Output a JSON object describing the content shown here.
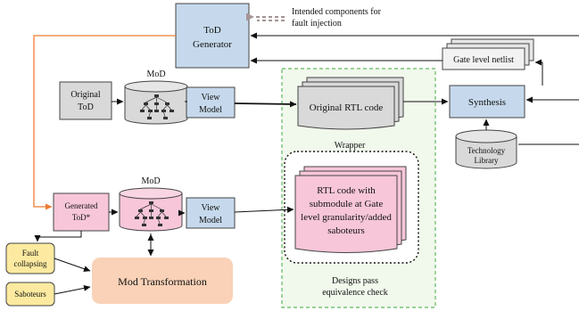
{
  "legend": {
    "line1": "Intended components for",
    "line2": "fault injection"
  },
  "tod_generator": {
    "line1": "ToD",
    "line2": "Generator"
  },
  "original_tod": {
    "line1": "Original",
    "line2": "ToD"
  },
  "mod_top": {
    "label": "MoD"
  },
  "mod_bottom": {
    "label": "MoD"
  },
  "view_model_top": {
    "line1": "View",
    "line2": "Model"
  },
  "view_model_bottom": {
    "line1": "View",
    "line2": "Model"
  },
  "original_rtl": {
    "label": "Original RTL code"
  },
  "gate_netlist": {
    "label": "Gate level netlist"
  },
  "synthesis": {
    "label": "Synthesis"
  },
  "tech_library": {
    "line1": "Technology",
    "line2": "Library"
  },
  "wrapper": {
    "label": "Wrapper"
  },
  "rtl_submodule": {
    "line1": "RTL code with",
    "line2": "submodule at Gate",
    "line3": "level granularity/added",
    "line4": "saboteurs"
  },
  "generated_tod": {
    "line1": "Generated",
    "line2": "ToD*"
  },
  "fault_collapsing": {
    "line1": "Fault",
    "line2": "collapsing"
  },
  "saboteurs": {
    "label": "Saboteurs"
  },
  "mod_transformation": {
    "label": "Mod Transformation"
  },
  "equivalence": {
    "line1": "Designs pass",
    "line2": "equivalence check"
  },
  "colors": {
    "light_blue": "#c6d9ec",
    "gray": "#d9d9d9",
    "pink": "#f7c6d9",
    "peach": "#f9d2b7",
    "yellow": "#fdeaa0",
    "orange_line": "#ed7d31",
    "green_dash": "#5fb85f",
    "green_bg": "#f1f8ec",
    "legend_arrow": "#a59595"
  }
}
